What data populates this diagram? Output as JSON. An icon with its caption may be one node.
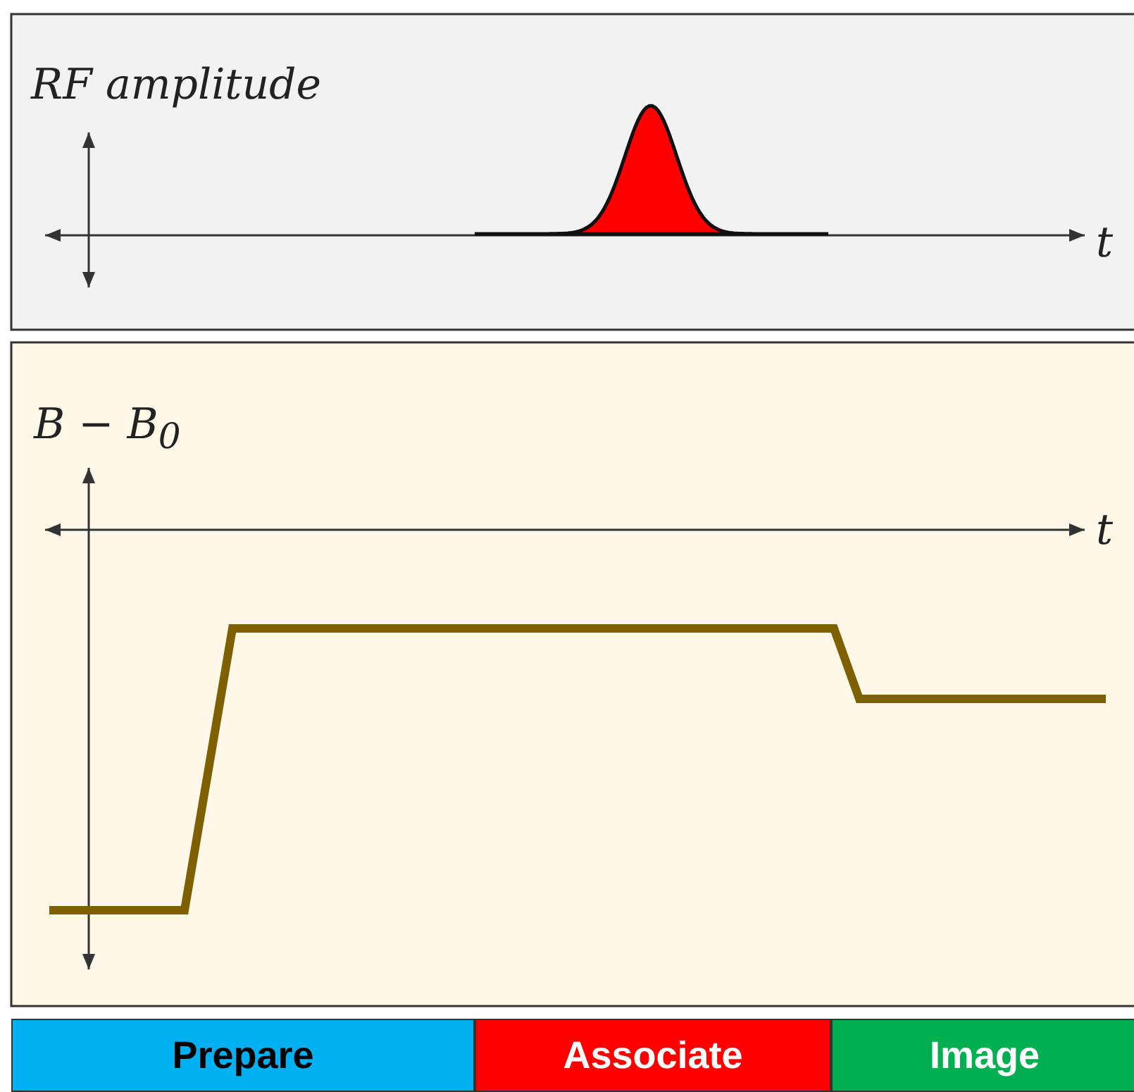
{
  "diagram": {
    "nodes": [
      {
        "text": [
          "Prepare"
        ]
      },
      {
        "text": [
          "Associate"
        ]
      },
      {
        "text": [
          "Image"
        ]
      }
    ],
    "labels": [
      "RF amplitude",
      "t",
      "B − B$_{0}$",
      "t"
    ]
  }
}
